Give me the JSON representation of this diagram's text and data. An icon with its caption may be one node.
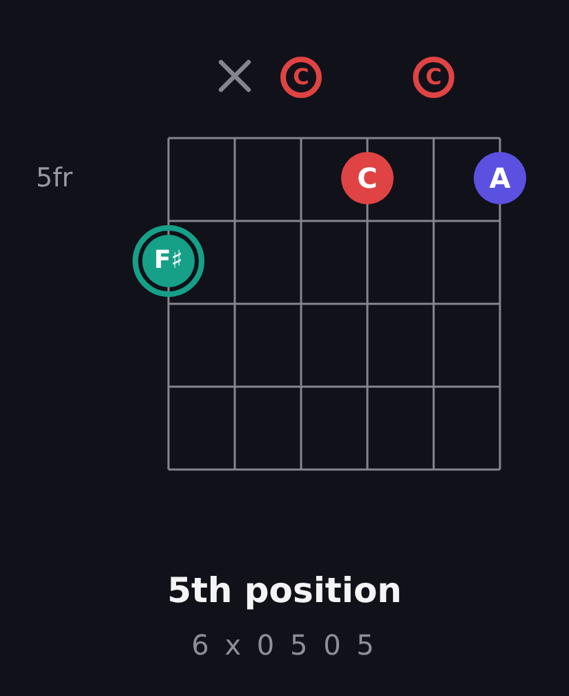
{
  "diagram": {
    "title": "5th position",
    "caption": "6 x 0 5 0 5",
    "nodes": [
      {
        "text": [
          "C"
        ]
      },
      {
        "text": [
          "C"
        ]
      },
      {
        "text": [
          "C"
        ]
      },
      {
        "text": [
          "A"
        ]
      },
      {
        "text": [
          "F♯"
        ]
      }
    ],
    "labels": [
      "5fr"
    ]
  }
}
